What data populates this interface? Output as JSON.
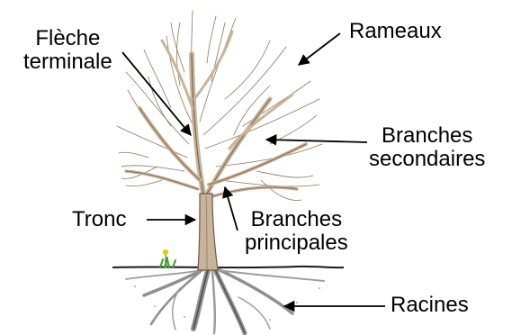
{
  "labels": {
    "fleche": [
      "Flèche",
      "terminale"
    ],
    "rameaux": "Rameaux",
    "secondaires": [
      "Branches",
      "secondaires"
    ],
    "tronc": "Tronc",
    "principales": [
      "Branches",
      "principales"
    ],
    "racines": "Racines"
  },
  "colors": {
    "bark": "#c8b49a",
    "bark_dark": "#6e5a44",
    "roots": "#8f8f8f",
    "roots_dark": "#4a4a4a",
    "ground": "#1a1a1a",
    "grass": "#3f9b2e",
    "flower": "#f2c200",
    "text": "#000000"
  }
}
